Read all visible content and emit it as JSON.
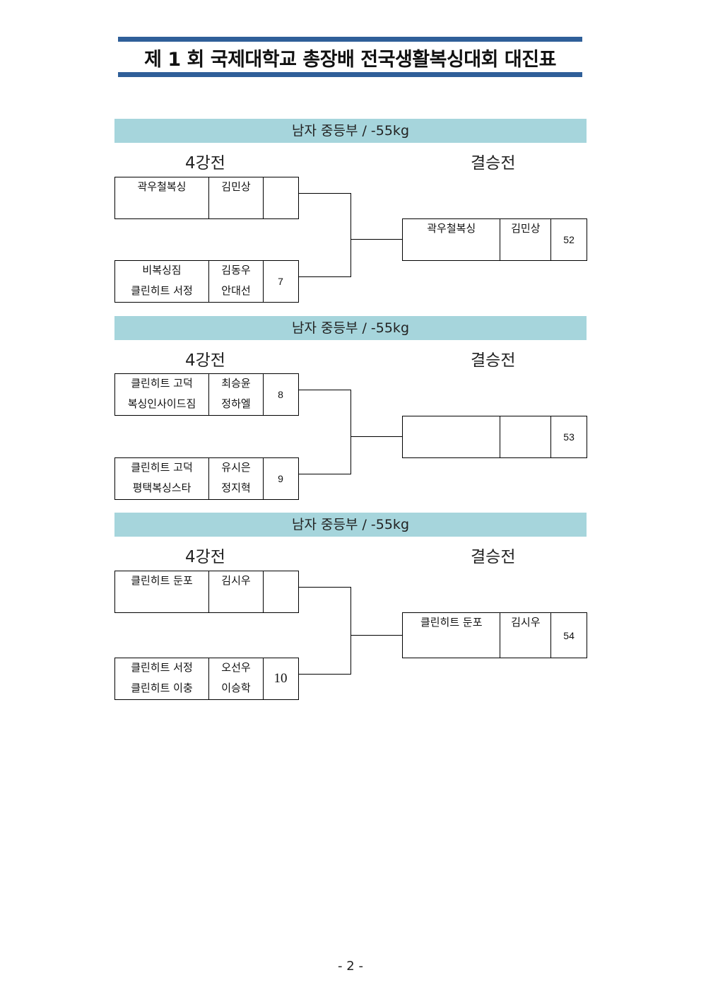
{
  "title": "제 1 회  국제대학교  총장배  전국생활복싱대회  대진표",
  "colors": {
    "title_bar": "#2f5f99",
    "banner": "#a6d5dc"
  },
  "sections": [
    {
      "banner": "남자  중등부  /  -55kg",
      "round1_label": "4강전",
      "final_label": "결승전",
      "top": {
        "teams": [
          "곽우철복싱",
          ""
        ],
        "names": [
          "김민상",
          ""
        ],
        "number": ""
      },
      "bottom": {
        "teams": [
          "비복싱짐",
          "클린히트 서정"
        ],
        "names": [
          "김동우",
          "안대선"
        ],
        "number": "7"
      },
      "final": {
        "teams": [
          "곽우철복싱",
          ""
        ],
        "names": [
          "김민상",
          ""
        ],
        "number": "52"
      }
    },
    {
      "banner": "남자  중등부  /  -55kg",
      "round1_label": "4강전",
      "final_label": "결승전",
      "top": {
        "teams": [
          "클린히트 고덕",
          "복싱인사이드짐"
        ],
        "names": [
          "최승윤",
          "정하엘"
        ],
        "number": "8"
      },
      "bottom": {
        "teams": [
          "클린히트 고덕",
          "평택복싱스타"
        ],
        "names": [
          "유시은",
          "정지혁"
        ],
        "number": "9"
      },
      "final": {
        "teams": [
          "",
          ""
        ],
        "names": [
          "",
          ""
        ],
        "number": "53"
      }
    },
    {
      "banner": "남자  중등부  /  -55kg",
      "round1_label": "4강전",
      "final_label": "결승전",
      "top": {
        "teams": [
          "클린히트 둔포",
          ""
        ],
        "names": [
          "김시우",
          ""
        ],
        "number": ""
      },
      "bottom": {
        "teams": [
          "클린히트 서정",
          "클린히트 이충"
        ],
        "names": [
          "오선우",
          "이승학"
        ],
        "number": "10"
      },
      "final": {
        "teams": [
          "클린히트 둔포",
          ""
        ],
        "names": [
          "김시우",
          ""
        ],
        "number": "54"
      }
    }
  ],
  "footer": {
    "page_number": "- 2 -"
  }
}
